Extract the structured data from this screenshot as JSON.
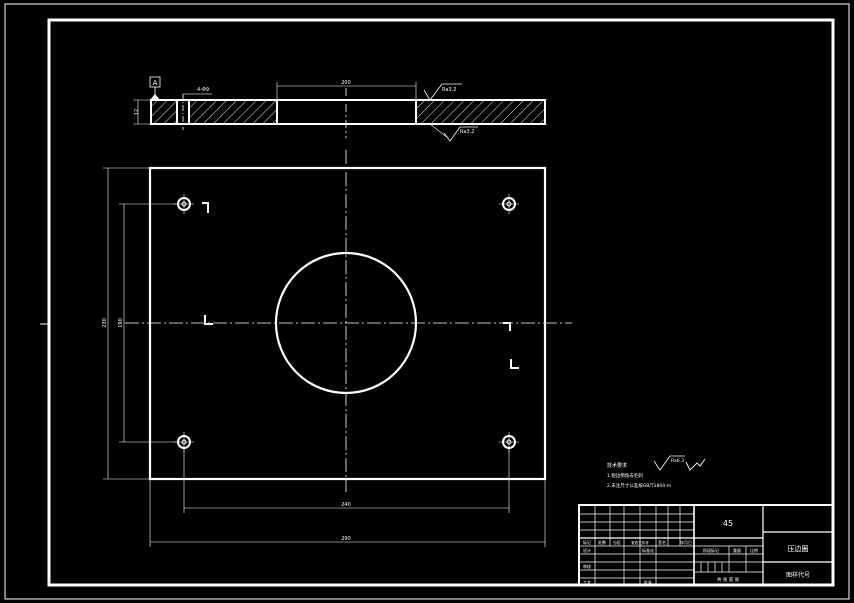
{
  "colors": {
    "background": "#000000",
    "lines": "#ffffff"
  },
  "view_top": {
    "thickness_label": "12",
    "width_label": "200",
    "hole_callout": "4-Φ9",
    "roughness_top": "Ra3.2",
    "roughness_bottom": "Ra3.2",
    "datum_marker": "A"
  },
  "view_plan": {
    "height_label": "230",
    "inner_height_label": "190",
    "inner_width_label": "240",
    "width_label": "290"
  },
  "tech_notes": {
    "heading": "技术要求",
    "line1": "1.锐边倒角去毛刺",
    "line2": "2.未注尺寸公差按GB/T1804-m",
    "roughness_symbol": "Ra6.3"
  },
  "title_block": {
    "material": "45",
    "part_name": "压边圈",
    "drawing_code": "图样代号",
    "row_labels": [
      "标记",
      "处数",
      "分区",
      "更改文件号",
      "签名",
      "年月日"
    ],
    "design_label": "设计",
    "standard_label": "标准化",
    "review_label": "审核",
    "process_label": "工艺",
    "approve_label": "批准",
    "stage_label": "阶段标记",
    "weight_label": "重量",
    "scale_label": "比例",
    "sheet_label": "共 张 第 张"
  }
}
